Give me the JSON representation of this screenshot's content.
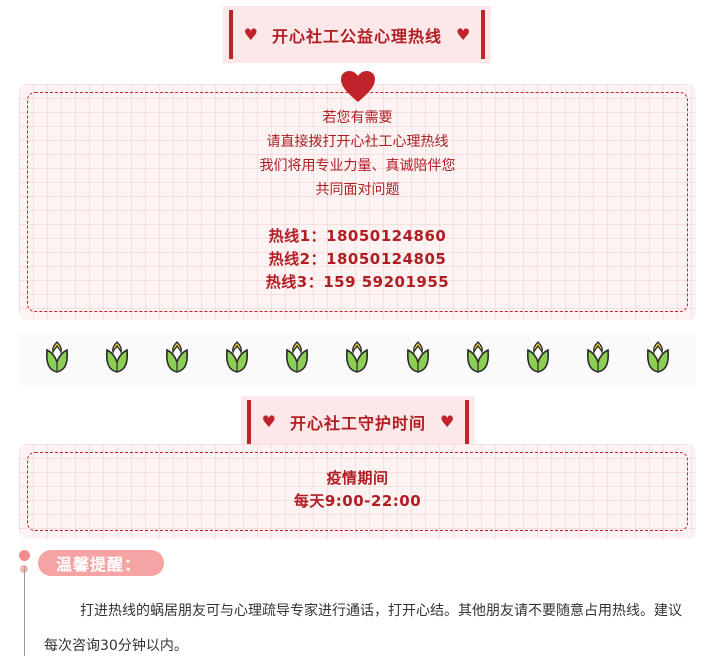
{
  "hotline_section": {
    "title": "开心社工公益心理热线",
    "intro_lines": [
      "若您有需要",
      "请直接拨打开心社工心理热线",
      "我们将用专业力量、真诚陪伴您",
      "共同面对问题"
    ],
    "hotlines": [
      "热线1：18050124860",
      "热线2：18050124805",
      "热线3：159 59201955"
    ]
  },
  "decor": {
    "tulip_icon": "tulip-icon",
    "tulip_count": 11,
    "heart_icon": "heart-icon",
    "accent_color": "#c0242a"
  },
  "hours_section": {
    "title": "开心社工守护时间",
    "period_label": "疫情期间",
    "hours": "每天9:00-22:00"
  },
  "reminder": {
    "badge": "温馨提醒：",
    "text": "打进热线的蜗居朋友可与心理疏导专家进行通话，打开心结。其他朋友请不要随意占用热线。建议每次咨询30分钟以内。"
  }
}
